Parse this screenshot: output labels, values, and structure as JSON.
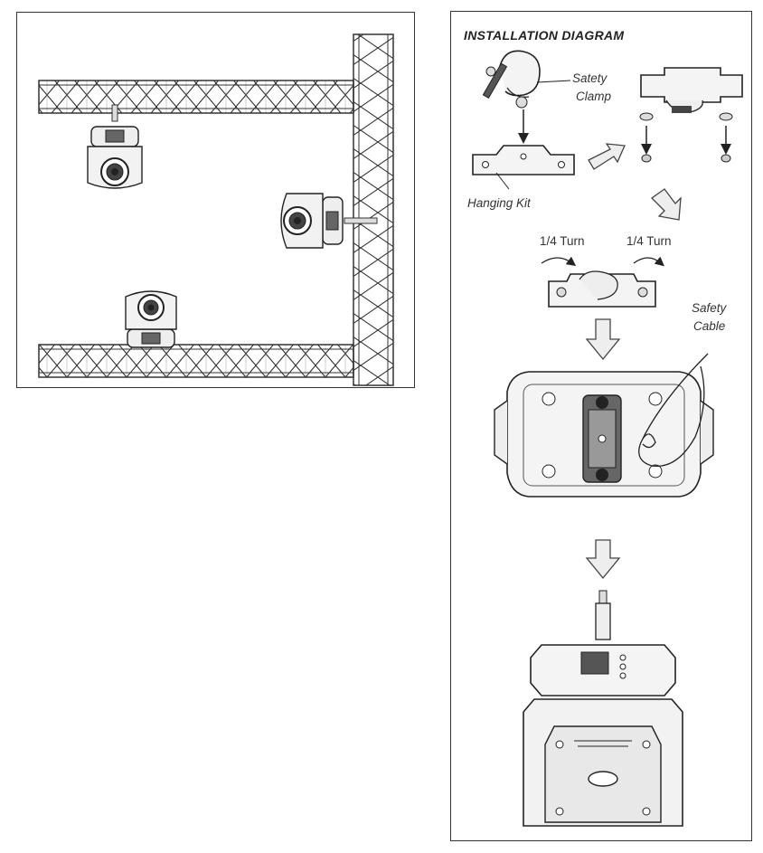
{
  "diagram": {
    "title": "INSTALLATION DIAGRAM",
    "labels": {
      "safety_clamp_line1": "Satety",
      "safety_clamp_line2": "Clamp",
      "hanging_kit": "Hanging Kit",
      "turn_left": "1/4 Turn",
      "turn_right": "1/4 Turn",
      "safety_cable_line1": "Safety",
      "safety_cable_line2": "Cable"
    }
  },
  "colors": {
    "line": "#333333",
    "arrow_fill": "#eeeeee",
    "fixture_fill": "#f4f4f4",
    "dark": "#444444"
  }
}
